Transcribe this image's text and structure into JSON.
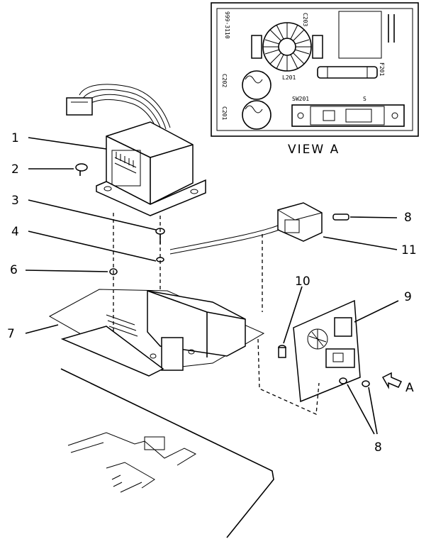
{
  "callouts": {
    "c1": "1",
    "c2": "2",
    "c3": "3",
    "c4": "4",
    "c6": "6",
    "c7": "7",
    "c8a": "8",
    "c11": "11",
    "c10": "10",
    "c9": "9",
    "c8b": "8",
    "arrow_a": "A"
  },
  "inset": {
    "title": "VIEW A",
    "labels": {
      "pcb": "999-3110",
      "c203": "C203",
      "l201": "L201",
      "f201": "F201",
      "c202": "C202",
      "c201": "C201",
      "sw201": "SW201",
      "s": "S"
    }
  }
}
